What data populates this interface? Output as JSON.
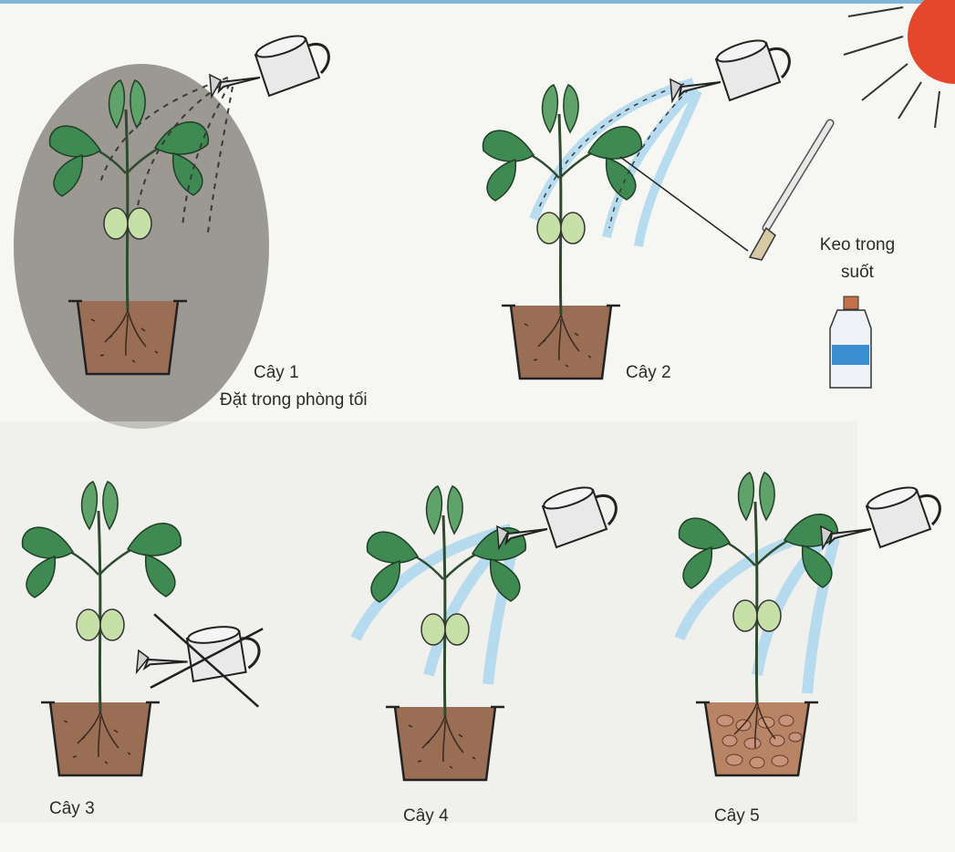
{
  "plants": [
    {
      "label": "Cây 1",
      "note": "Đặt trong phòng tối"
    },
    {
      "label": "Cây 2"
    },
    {
      "label": "Cây 3"
    },
    {
      "label": "Cây 4"
    },
    {
      "label": "Cây 5"
    }
  ],
  "glue": {
    "label_line1": "Keo trong",
    "label_line2": "suốt"
  },
  "colors": {
    "dark_room": "#9c9892",
    "leaf": "#3f8a52",
    "leaf_dark": "#1f5a33",
    "cotyledon": "#c6e0a8",
    "soil": "#9a6e55",
    "pebbles": "#b98466",
    "water": "#a9d6ef",
    "sun": "#e4472c"
  },
  "icons": [
    "watering-can-icon",
    "sun-icon",
    "brush-icon",
    "glue-bottle-icon"
  ]
}
